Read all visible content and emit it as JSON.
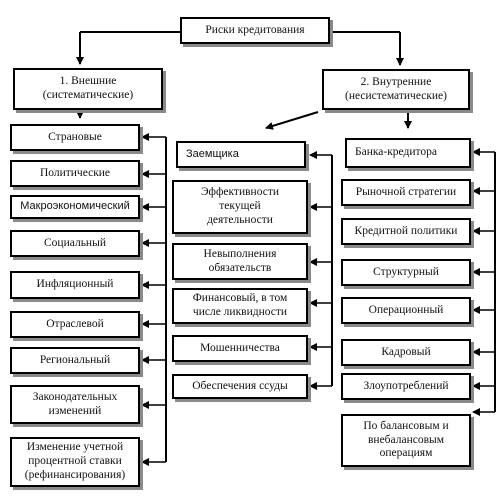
{
  "root": "Риски кредитования",
  "external": {
    "title": "1. Внешние\n(систематические)",
    "items": [
      "Страновые",
      "Политические",
      "Макроэкономический",
      "Социальный",
      "Инфляционный",
      "Отраслевой",
      "Региональный",
      "Законодательных\nизменений",
      "Изменение учетной\nпроцентной ставки\n(рефинансирования)"
    ]
  },
  "internal": {
    "title": "2. Внутренние\n(несистематические)",
    "borrower": {
      "title": "Заемщика",
      "items": [
        "Эффективности\nтекущей\nдеятельности",
        "Невыполнения\nобязательств",
        "Финансовый, в том\nчисле ликвидности",
        "Мошенничества",
        "Обеспечения ссуды"
      ]
    },
    "bank": {
      "title": "Банка-кредитора",
      "items": [
        "Рыночной стратегии",
        "Кредитной политики",
        "Структурный",
        "Операционный",
        "Кадровый",
        "Злоупотреблений",
        "По балансовым и\nвнебалансовым\nоперациям"
      ]
    }
  },
  "colors": {
    "line": "#000000",
    "border": "#1a1a1a",
    "shadow": "#8a8a8a",
    "background": "#ffffff"
  }
}
